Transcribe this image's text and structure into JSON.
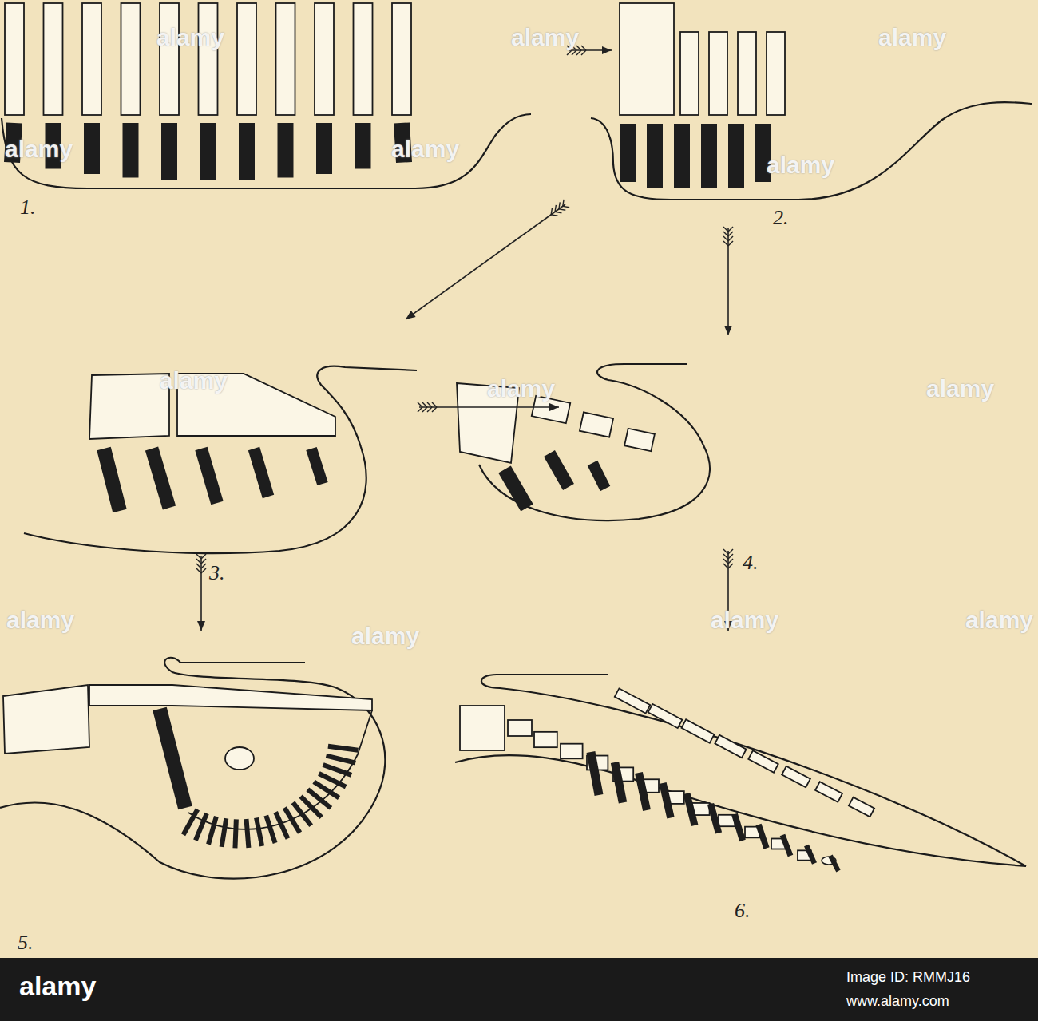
{
  "diagram": {
    "labels": [
      "1.",
      "2.",
      "3.",
      "4.",
      "5.",
      "6.",
      "alamy",
      "alamy",
      "alamy",
      "alamy",
      "alamy",
      "alamy",
      "alamy",
      "alamy",
      "alamy",
      "alamy",
      "alamy",
      "alamy",
      "alamy",
      "alamy",
      "Image ID: RMMJ16",
      "www.alamy.com"
    ]
  }
}
